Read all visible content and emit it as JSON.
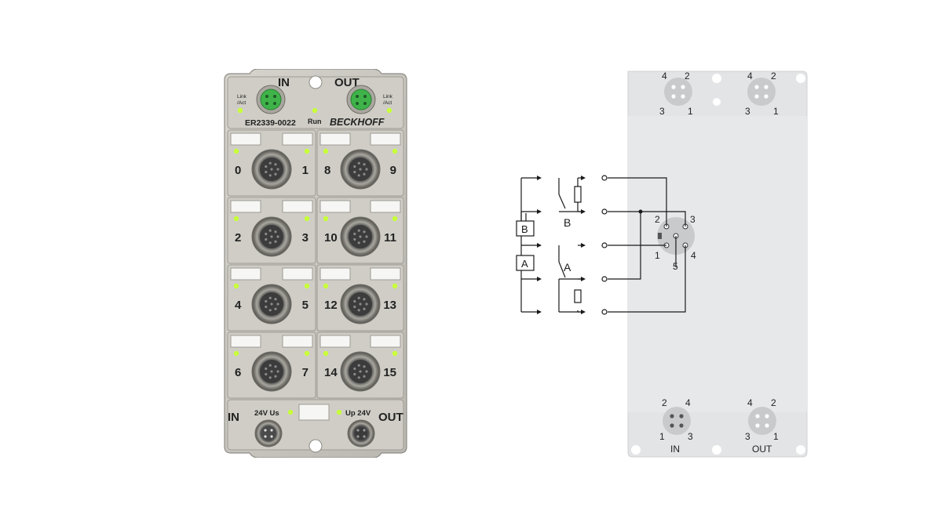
{
  "device": {
    "model": "ER2339-0022",
    "brand": "BECKHOFF",
    "run_label": "Run",
    "in_label": "IN",
    "out_label": "OUT",
    "link_act_label": "Link /Act",
    "power_in_label": "IN",
    "power_out_label": "OUT",
    "us_label": "24V Us",
    "up_label": "Up 24V",
    "channels": [
      "0",
      "1",
      "2",
      "3",
      "4",
      "5",
      "6",
      "7",
      "8",
      "9",
      "10",
      "11",
      "12",
      "13",
      "14",
      "15"
    ],
    "colors": {
      "housing": "#c9c7c0",
      "led": "#c8ff3a",
      "connector_green": "#3fb34a"
    }
  },
  "diagram": {
    "relay_b": "B",
    "relay_a": "A",
    "switch_b": "B",
    "switch_a": "A",
    "pins": [
      "1",
      "2",
      "3",
      "4",
      "5"
    ],
    "top_left_pins": [
      "4",
      "2",
      "3",
      "1"
    ],
    "top_right_pins": [
      "4",
      "2",
      "3",
      "1"
    ],
    "bottom_left_pins": [
      "2",
      "4",
      "1",
      "3"
    ],
    "bottom_right_pins": [
      "4",
      "2",
      "3",
      "1"
    ],
    "bottom_in_label": "IN",
    "bottom_out_label": "OUT",
    "colors": {
      "panel": "#e3e4e6",
      "line": "#1a1a1a"
    }
  }
}
